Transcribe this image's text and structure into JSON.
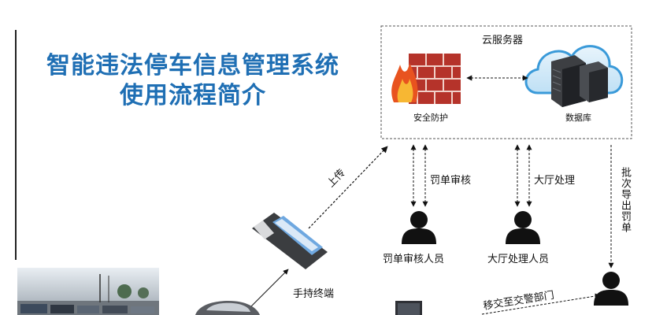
{
  "title": {
    "line1": "智能违法停车信息管理系统",
    "line2": "使用流程简介"
  },
  "cloud": {
    "label": "云服务器",
    "firewall_label": "安全防护",
    "database_label": "数据库"
  },
  "flows": {
    "upload": "上传",
    "ticket_review": "罚单审核",
    "hall_processing": "大厅处理",
    "batch_export": "批次导出罚单",
    "transfer": "移交至交警部门"
  },
  "roles": {
    "ticket_reviewer": "罚单审核人员",
    "hall_processor": "大厅处理人员"
  },
  "devices": {
    "handheld": "手持终端"
  },
  "icons": [
    "firewall-icon",
    "server-cloud-icon",
    "person-icon",
    "handheld-terminal-icon",
    "car-icon",
    "street-photo",
    "computer-icon"
  ],
  "colors": {
    "title": "#1f6fb4",
    "firewall_brick": "#c0392b",
    "flame": "#f39c12",
    "cloud": "#3a9ad9"
  }
}
